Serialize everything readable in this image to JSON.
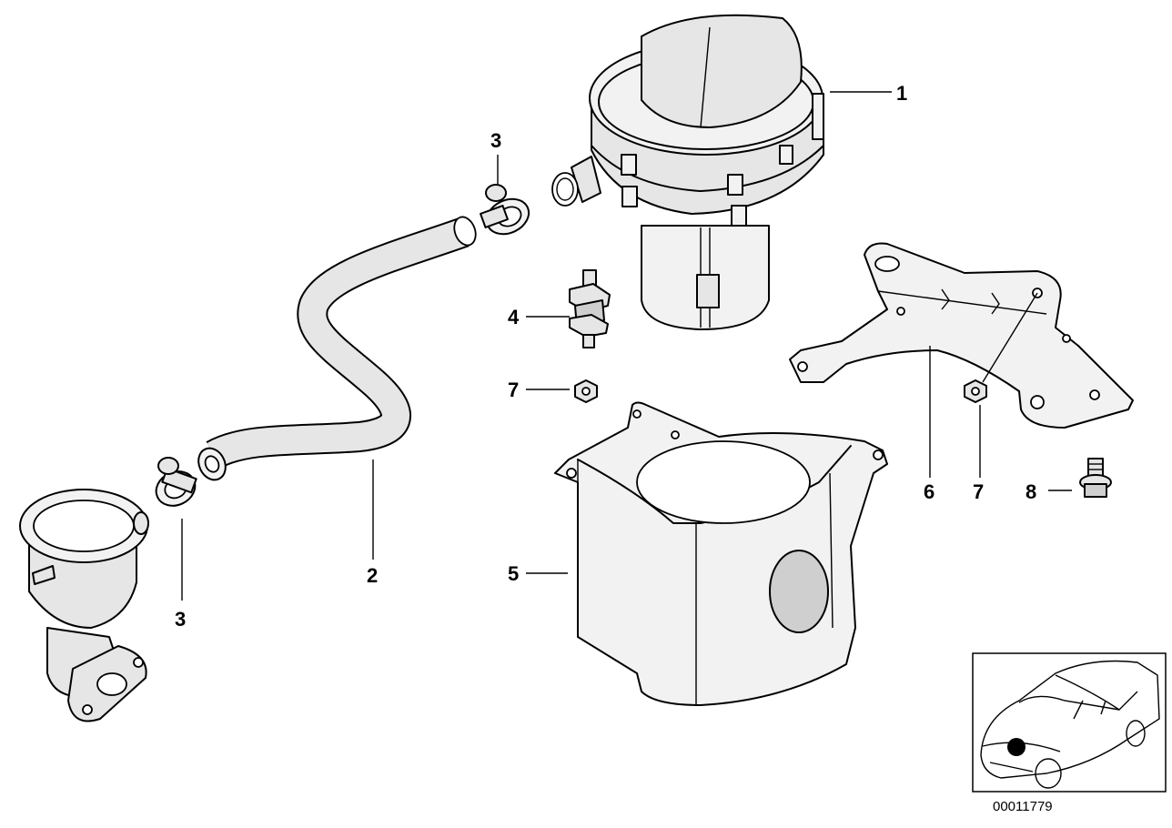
{
  "callouts": {
    "c1": "1",
    "c2": "2",
    "c3a": "3",
    "c3b": "3",
    "c4": "4",
    "c5": "5",
    "c6": "6",
    "c7a": "7",
    "c7b": "7",
    "c8": "8"
  },
  "document_number": "00011779"
}
